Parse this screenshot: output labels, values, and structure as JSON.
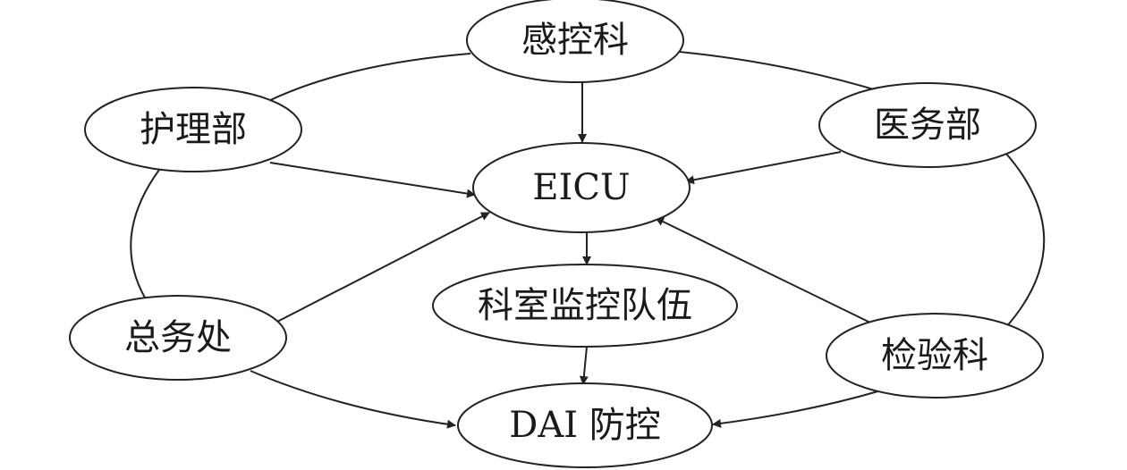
{
  "nodes": {
    "infection_control": {
      "label": "感控科"
    },
    "nursing": {
      "label": "护理部"
    },
    "medical_affairs": {
      "label": "医务部"
    },
    "eicu": {
      "label": "EICU"
    },
    "monitoring_team": {
      "label": "科室监控队伍"
    },
    "general_affairs": {
      "label": "总务处"
    },
    "laboratory": {
      "label": "检验科"
    },
    "dai": {
      "label": "DAI 防控"
    }
  },
  "edges": [
    {
      "from": "感控科",
      "to": "EICU"
    },
    {
      "from": "护理部",
      "to": "EICU"
    },
    {
      "from": "医务部",
      "to": "EICU"
    },
    {
      "from": "总务处",
      "to": "EICU"
    },
    {
      "from": "检验科",
      "to": "EICU"
    },
    {
      "from": "EICU",
      "to": "科室监控队伍"
    },
    {
      "from": "科室监控队伍",
      "to": "DAI 防控"
    },
    {
      "from": "总务处",
      "to": "DAI 防控"
    },
    {
      "from": "检验科",
      "to": "DAI 防控"
    }
  ]
}
